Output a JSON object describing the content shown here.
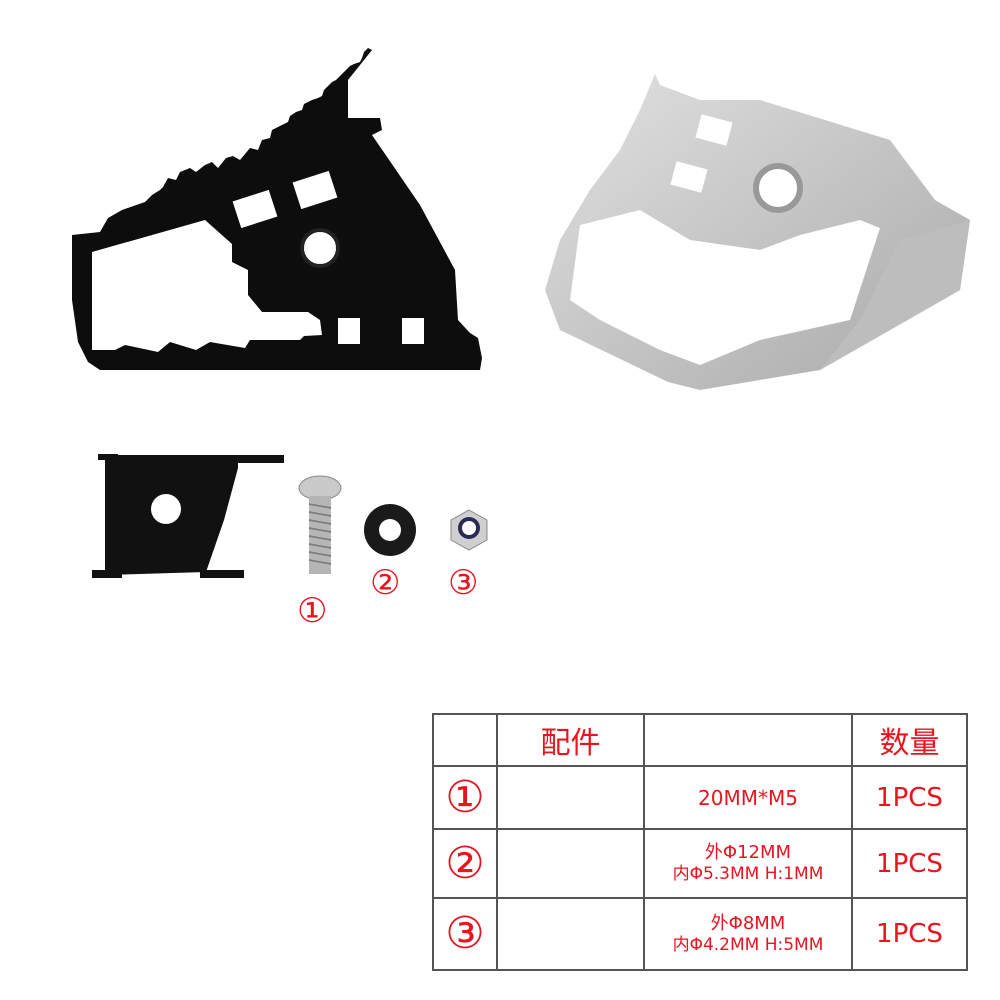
{
  "product": {
    "black_pedal": {
      "color": "#111111",
      "label": "black brake pedal extension"
    },
    "silver_pedal": {
      "color": "#c8c8c8",
      "label": "silver brake pedal extension"
    },
    "bracket": {
      "color": "#111111"
    },
    "hardware_labels": [
      "①",
      "②",
      "③"
    ]
  },
  "table": {
    "headers": [
      "",
      "配件",
      "",
      "数量"
    ],
    "rows": [
      {
        "num": "①",
        "part": "",
        "spec_line1": "20MM*M5",
        "spec_line2": "",
        "qty": "1PCS"
      },
      {
        "num": "②",
        "part": "",
        "spec_line1": "外Φ12MM",
        "spec_line2": "内Φ5.3MM H:1MM",
        "qty": "1PCS"
      },
      {
        "num": "③",
        "part": "",
        "spec_line1": "外Φ8MM",
        "spec_line2": "内Φ4.2MM H:5MM",
        "qty": "1PCS"
      }
    ],
    "text_color": "#e8141e",
    "border_color": "#555555"
  }
}
